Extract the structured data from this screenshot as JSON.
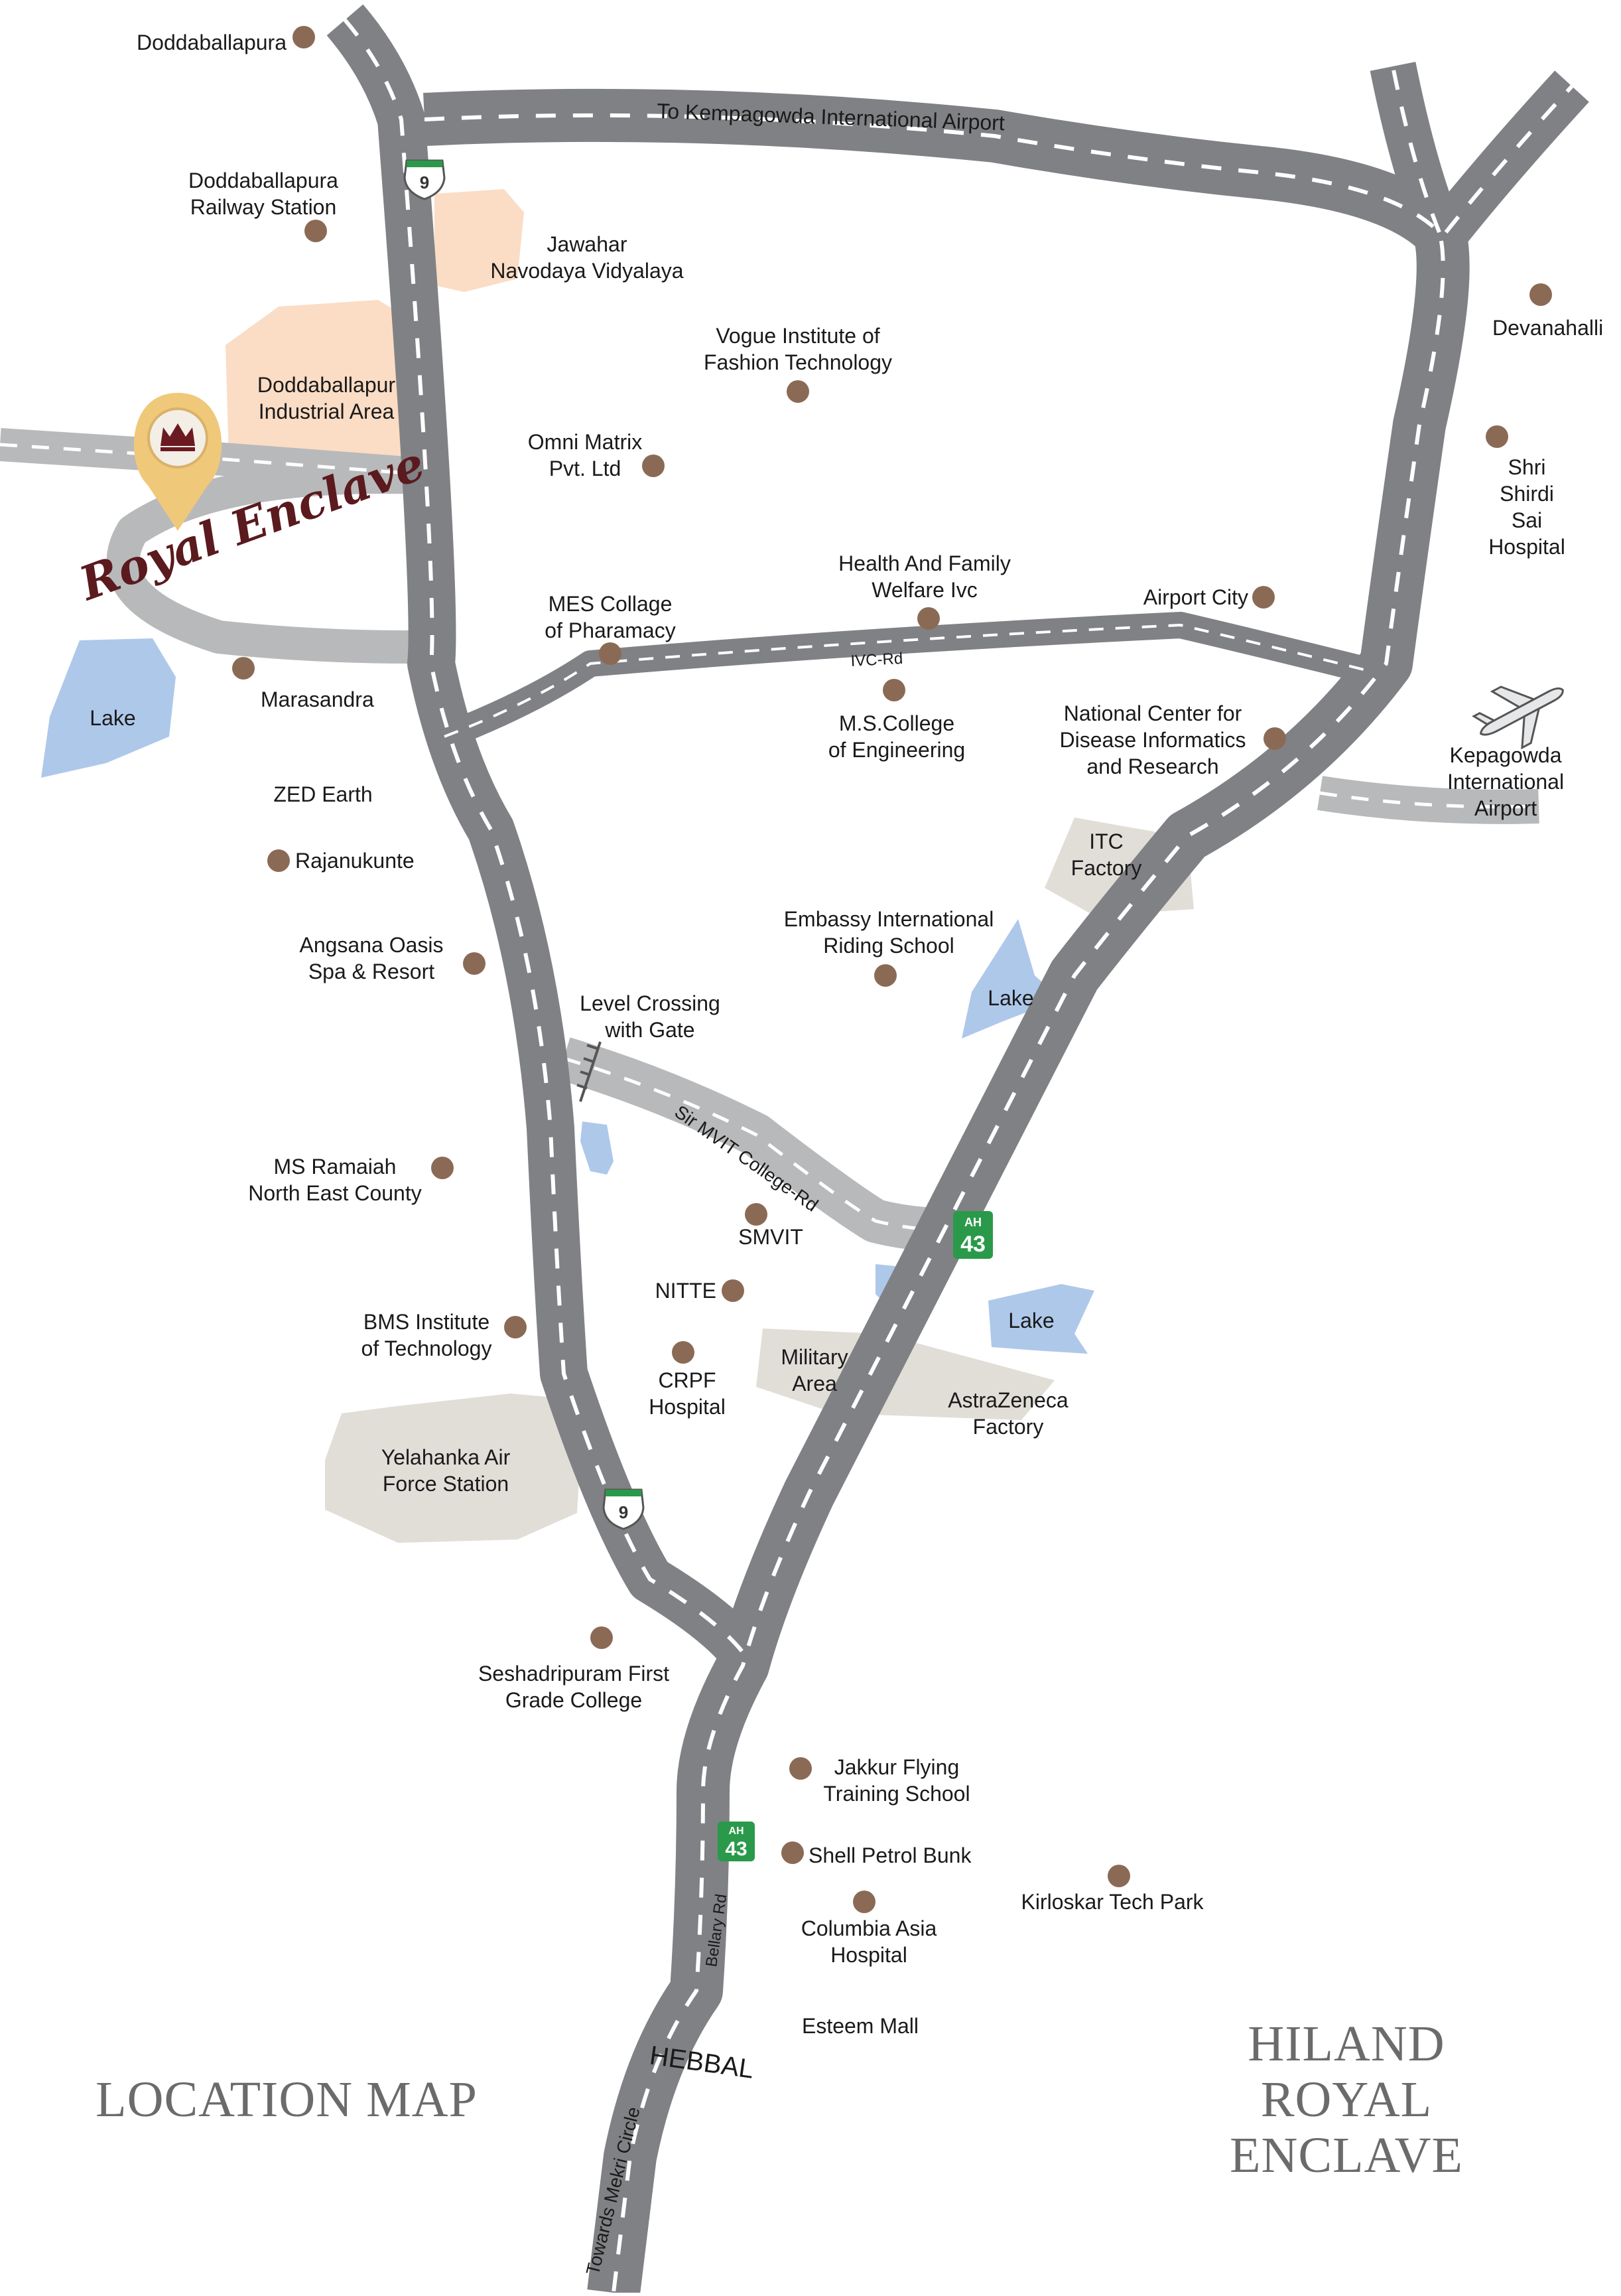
{
  "project": {
    "brand": "Royal Enclave",
    "title_left": "LOCATION MAP",
    "title_right": "HILAND\nROYAL ENCLAVE"
  },
  "roads": {
    "airport_road": "To Kempagowda International Airport",
    "ivc_rd": "IVC-Rd",
    "mvit_rd": "Sir MVIT College-Rd",
    "bellary_rd": "Bellary Rd",
    "towards_mekri": "Towards Mekri Circle",
    "hebbal": "HEBBAL"
  },
  "shields": {
    "nh_number": "9",
    "ah_prefix": "AH",
    "ah_number": "43"
  },
  "landmarks": {
    "doddaballapura": "Doddaballapura",
    "railway_station": "Doddaballapura\nRailway Station",
    "jawahar": "Jawahar\nNavodaya Vidyalaya",
    "industrial": "Doddaballapur\nIndustrial Area",
    "vogue": "Vogue Institute of\nFashion Technology",
    "omni": "Omni Matrix\nPvt. Ltd",
    "devanahalli": "Devanahalli",
    "shirdi": "Shri Shirdi\nSai Hospital",
    "health": "Health And Family\nWelfare Ivc",
    "airport_city": "Airport City",
    "mes": "MES Collage\nof Pharamacy",
    "lake_west": "Lake",
    "marasandra": "Marasandra",
    "ms_college": "M.S.College\nof Engineering",
    "ncdir": "National Center for\nDisease Informatics\nand Research",
    "kia": "Kepagowda\nInternational Airport",
    "zed": "ZED Earth",
    "rajanukunte": "Rajanukunte",
    "itc": "ITC\nFactory",
    "embassy": "Embassy International\nRiding School",
    "angsana": "Angsana Oasis\nSpa & Resort",
    "level_crossing": "Level Crossing\nwith Gate",
    "lake_embassy": "Lake",
    "ms_ramaiah": "MS Ramaiah\nNorth East County",
    "smvit": "SMVIT",
    "nitte": "NITTE",
    "lake_astra": "Lake",
    "bms": "BMS Institute\nof Technology",
    "crpf": "CRPF\nHospital",
    "military": "Military\nArea",
    "astrazeneca": "AstraZeneca\nFactory",
    "yelahanka": "Yelahanka Air\nForce Station",
    "seshadripuram": "Seshadripuram First\nGrade College",
    "jakkur": "Jakkur Flying\nTraining School",
    "shell": "Shell Petrol Bunk",
    "kirloskar": "Kirloskar Tech Park",
    "columbia": "Columbia Asia\nHospital",
    "esteem": "Esteem Mall"
  },
  "colors": {
    "road": "#808184",
    "light_road": "#b8b9bb",
    "dash": "#ffffff",
    "poi_dot": "#8b6a55",
    "lake": "#aec8ea",
    "zone_peach": "#fbdcc4",
    "zone_grey": "#e1ded8",
    "pin_gold": "#f0c87a",
    "brand_maroon": "#5a1a1e",
    "shield_green": "#2a9a4a"
  }
}
